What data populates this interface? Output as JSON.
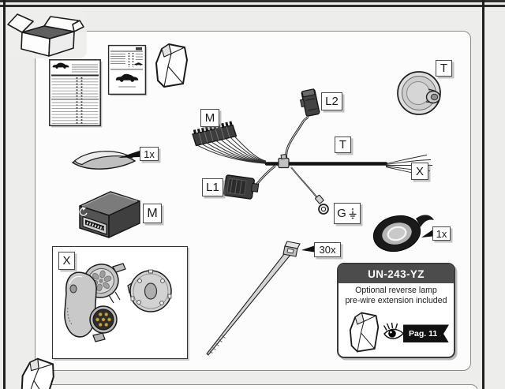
{
  "page": {
    "bg": "#edeeec",
    "panel_border": "#8d8d8d",
    "frame_color": "#2e2e2e"
  },
  "labels": {
    "template_qty": "1x",
    "module": "M",
    "harness_module": "M",
    "harness_l1": "L1",
    "harness_l2": "L2",
    "harness_tube": "T",
    "harness_socket_end": "X",
    "harness_ground": "G",
    "grommet": "T",
    "tape_qty": "1x",
    "cable_ties_qty": "30x",
    "socket_box": "X"
  },
  "info_box": {
    "part_number": "UN-243-YZ",
    "description_line1": "Optional reverse lamp",
    "description_line2": "pre-wire extension included",
    "page_ref": "Pag. 11",
    "header_bg": "#4c4c4c",
    "banner_bg": "#111111"
  }
}
